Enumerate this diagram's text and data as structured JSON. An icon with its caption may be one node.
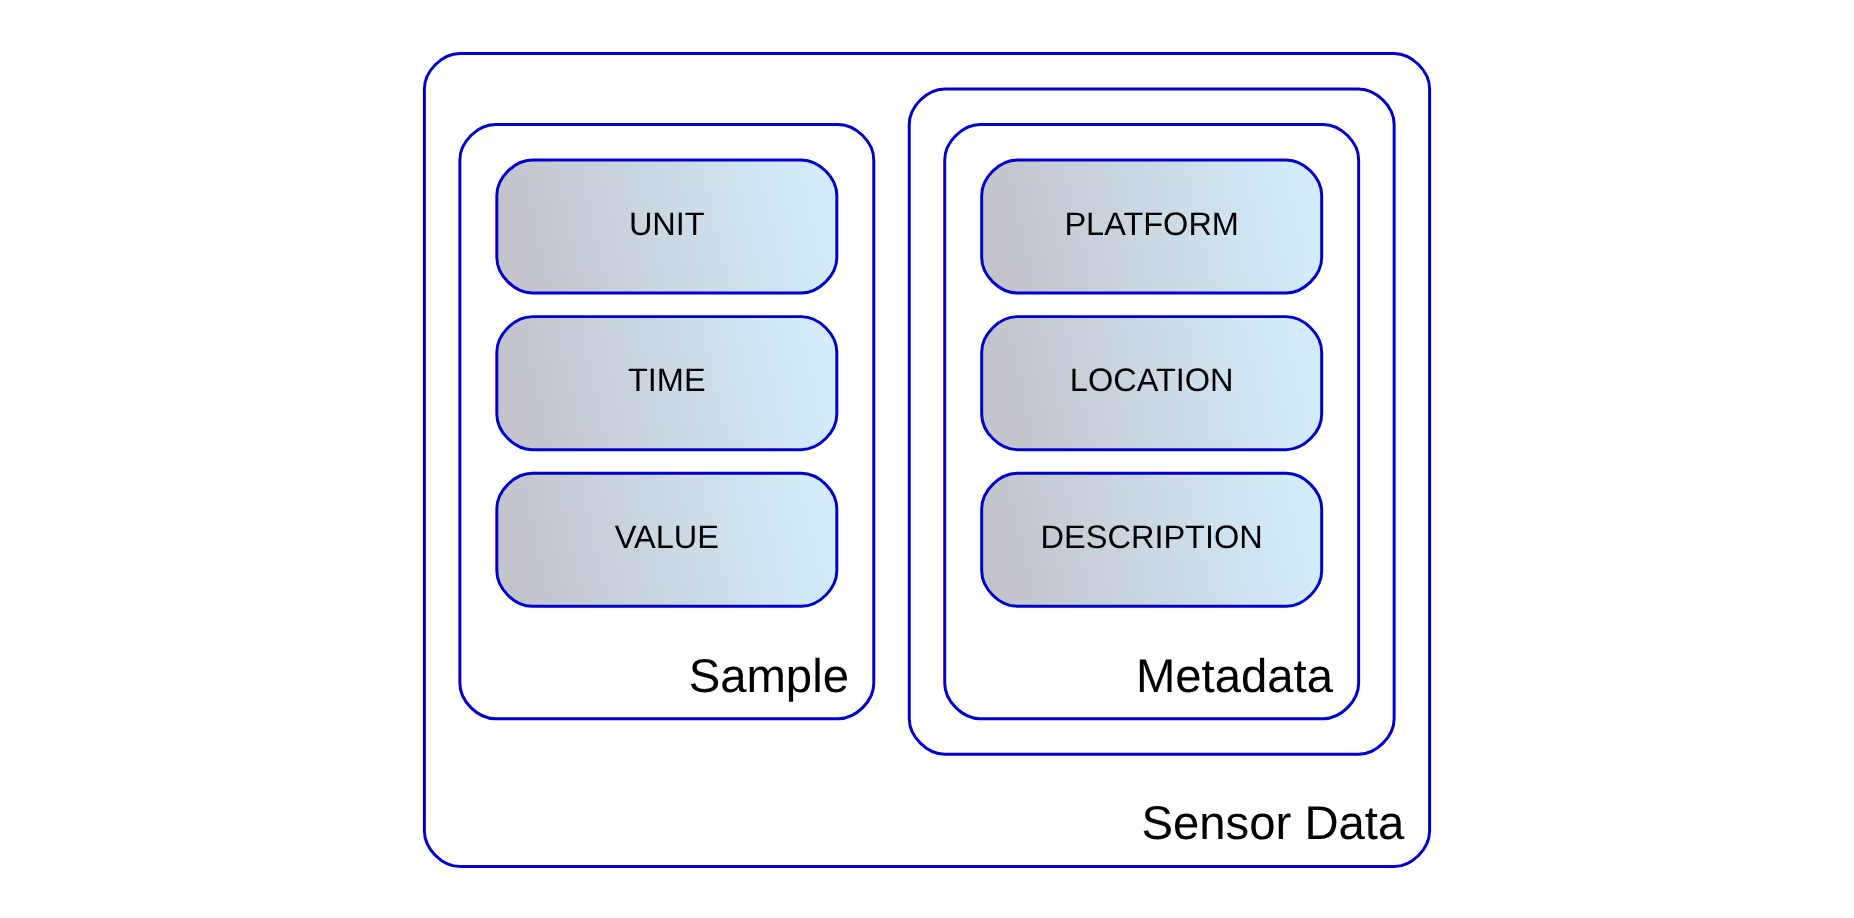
{
  "diagram": {
    "nodes": [
      {
        "text": [
          "Sensor Data"
        ]
      },
      {
        "text": [],
        "shape": "box",
        "in": 0
      },
      {
        "text": [
          "Metadata"
        ],
        "in": 1
      },
      {
        "text": [
          "PLATFORM"
        ],
        "in": 2
      },
      {
        "text": [
          "LOCATION"
        ],
        "in": 2
      },
      {
        "text": [
          "DESCRIPTION"
        ],
        "in": 2
      },
      {
        "text": [
          "Sample"
        ],
        "in": 0
      },
      {
        "text": [
          "UNIT"
        ],
        "in": 6
      },
      {
        "text": [
          "TIME"
        ],
        "in": 6
      },
      {
        "text": [
          "VALUE"
        ],
        "in": 6
      }
    ]
  }
}
